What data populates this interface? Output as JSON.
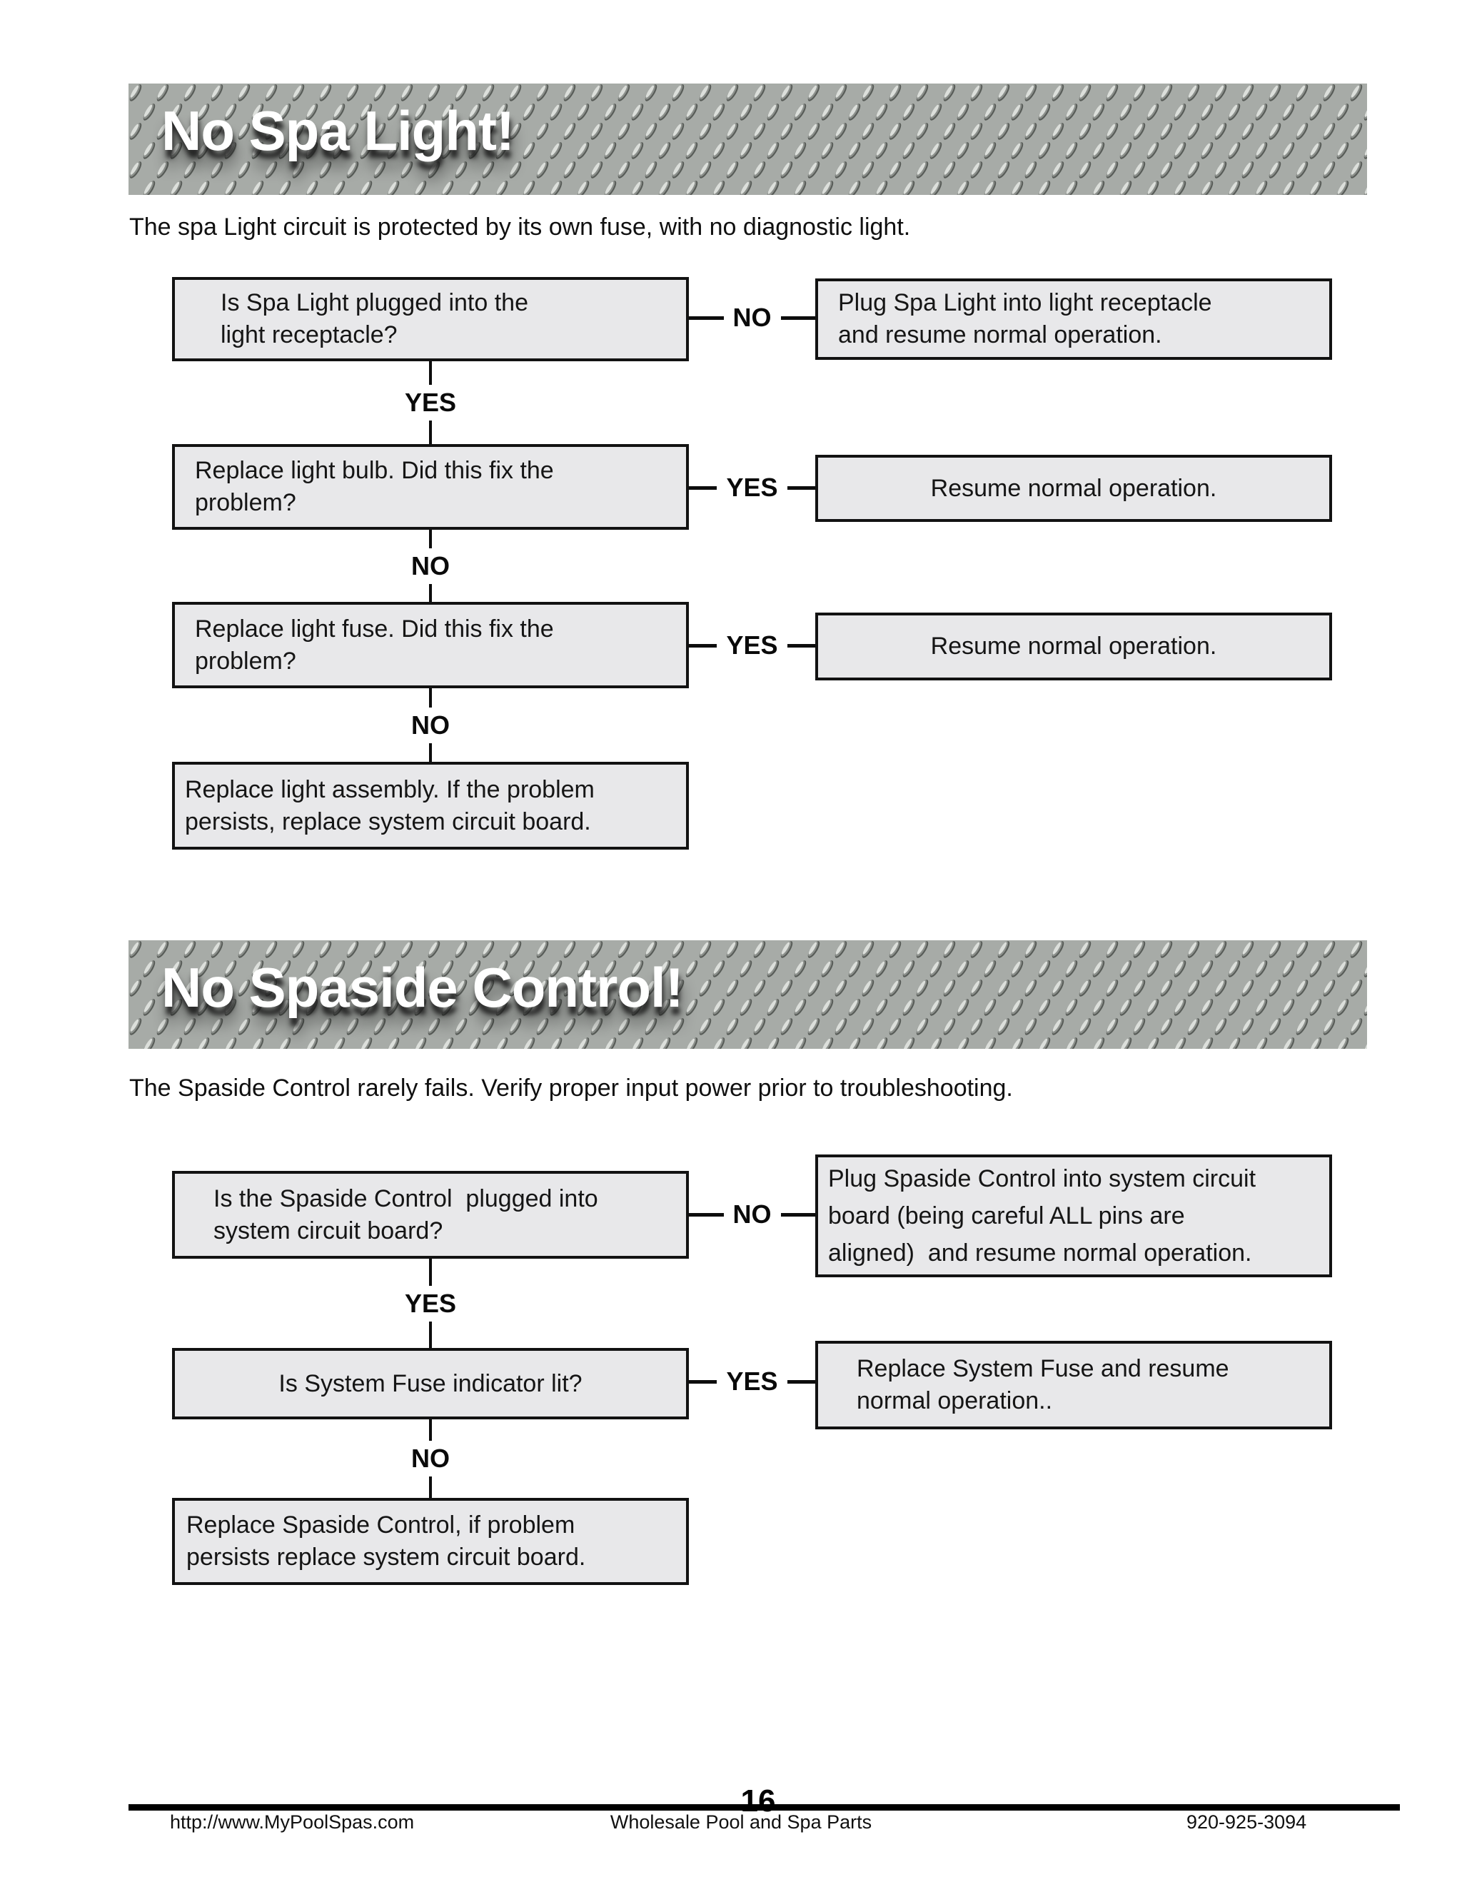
{
  "labels": {
    "yes": "YES",
    "no": "NO"
  },
  "sections": [
    {
      "title": "No Spa Light!",
      "intro": "The spa Light circuit is protected by its own fuse, with no diagnostic light.",
      "boxes": {
        "q1": "Is Spa Light plugged into the\nlight receptacle?",
        "a1": "Plug Spa Light into light receptacle\nand resume normal operation.",
        "q2": "Replace light bulb. Did this fix the\nproblem?",
        "a2": "Resume normal operation.",
        "q3": "Replace light fuse. Did this fix the\nproblem?",
        "a3": "Resume normal operation.",
        "final": "Replace light assembly. If the problem\npersists, replace system circuit board."
      }
    },
    {
      "title": "No Spaside Control!",
      "intro": "The Spaside Control rarely fails. Verify proper input power prior to troubleshooting.",
      "boxes": {
        "q1": "Is the Spaside Control  plugged into\nsystem circuit board?",
        "a1": "Plug Spaside Control into system circuit\nboard (being careful ALL pins are\naligned)  and resume normal operation.",
        "q2": "Is System Fuse indicator lit?",
        "a2": "Replace System Fuse and resume\nnormal operation..",
        "final": "Replace Spaside Control, if problem\npersists replace system circuit board."
      }
    }
  ],
  "footer": {
    "url": "http://www.MyPoolSpas.com",
    "center": "Wholesale Pool and Spa Parts",
    "phone": "920-925-3094",
    "page_number": "16"
  },
  "colors": {
    "box_fill": "#e8e8ea",
    "box_border": "#121212",
    "banner_base": "#a7aba7",
    "ink": "#101010"
  }
}
